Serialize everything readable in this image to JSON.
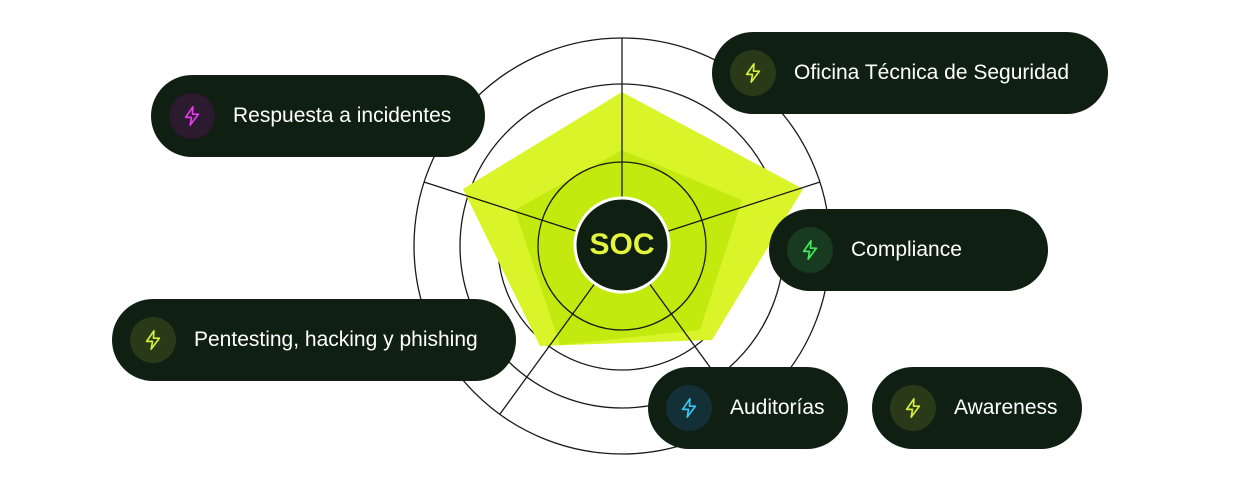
{
  "center": {
    "label": "SOC"
  },
  "colors": {
    "pill_bg": "#0f1f12",
    "fill_outer": "#d9f52a",
    "fill_inner": "#c4e90f",
    "accent_text": "#e3f53c",
    "ring_stroke": "#1a1a1a"
  },
  "services": [
    {
      "label": "Oficina Técnica de Seguridad",
      "icon": "lightning-bolt-icon",
      "icon_color": "#d6f03a",
      "icon_bg": "#2a3a18"
    },
    {
      "label": "Respuesta a incidentes",
      "icon": "lightning-bolt-icon",
      "icon_color": "#e63bf0",
      "icon_bg": "#2c1a2e"
    },
    {
      "label": "Compliance",
      "icon": "lightning-bolt-icon",
      "icon_color": "#3df05a",
      "icon_bg": "#173a20"
    },
    {
      "label": "Pentesting, hacking y phishing",
      "icon": "lightning-bolt-icon",
      "icon_color": "#d6f03a",
      "icon_bg": "#2a3a18"
    },
    {
      "label": "Auditorías",
      "icon": "lightning-bolt-icon",
      "icon_color": "#3ac6f0",
      "icon_bg": "#123036"
    },
    {
      "label": "Awareness",
      "icon": "lightning-bolt-icon",
      "icon_color": "#d6f03a",
      "icon_bg": "#2a3a18"
    }
  ]
}
